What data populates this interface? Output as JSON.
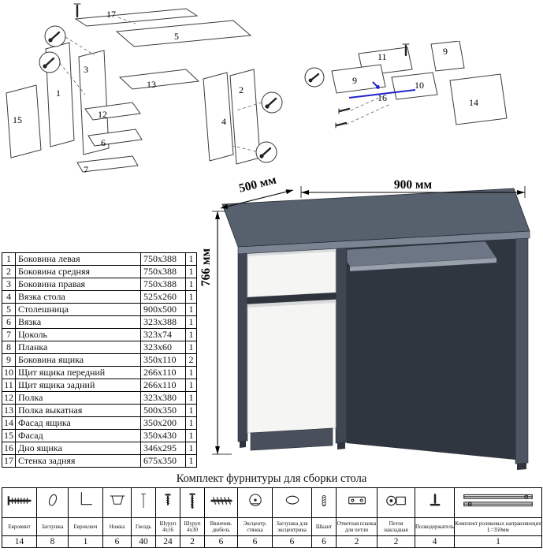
{
  "diagram_main": {
    "labels": {
      "p17": "17",
      "p5": "5",
      "p3": "3",
      "p13": "13",
      "p12": "12",
      "p6": "6",
      "p7": "7",
      "p15": "15",
      "p1": "1",
      "p4": "4",
      "p2": "2"
    }
  },
  "diagram_drawer": {
    "labels": {
      "p11": "11",
      "p9a": "9",
      "p9b": "9",
      "p10": "10",
      "p16": "16",
      "p14": "14"
    }
  },
  "desk": {
    "dim_width": "900 мм",
    "dim_depth": "500 мм",
    "dim_height": "766 мм",
    "colors": {
      "top": "#57606d",
      "front_edge": "#7b8492",
      "dark": "#3f4652",
      "interior": "#30363f",
      "white_front": "#f5f5f3",
      "accent_blue": "#2222cc"
    }
  },
  "parts_table": {
    "rows": [
      {
        "n": "1",
        "name": "Боковина левая",
        "size": "750x388",
        "qty": "1"
      },
      {
        "n": "2",
        "name": "Боковина средняя",
        "size": "750x388",
        "qty": "1"
      },
      {
        "n": "3",
        "name": "Боковина правая",
        "size": "750x388",
        "qty": "1"
      },
      {
        "n": "4",
        "name": "Вязка стола",
        "size": "525x260",
        "qty": "1"
      },
      {
        "n": "5",
        "name": "Столешница",
        "size": "900x500",
        "qty": "1"
      },
      {
        "n": "6",
        "name": "Вязка",
        "size": "323x388",
        "qty": "1"
      },
      {
        "n": "7",
        "name": "Цоколь",
        "size": "323x74",
        "qty": "1"
      },
      {
        "n": "8",
        "name": "Планка",
        "size": "323x60",
        "qty": "1"
      },
      {
        "n": "9",
        "name": "Боковина ящика",
        "size": "350x110",
        "qty": "2"
      },
      {
        "n": "10",
        "name": "Щит ящика передний",
        "size": "266x110",
        "qty": "1"
      },
      {
        "n": "11",
        "name": "Щит ящика задний",
        "size": "266x110",
        "qty": "1"
      },
      {
        "n": "12",
        "name": "Полка",
        "size": "323x380",
        "qty": "1"
      },
      {
        "n": "13",
        "name": "Полка выкатная",
        "size": "500x350",
        "qty": "1"
      },
      {
        "n": "14",
        "name": "Фасад ящика",
        "size": "350x200",
        "qty": "1"
      },
      {
        "n": "15",
        "name": "Фасад",
        "size": "350x430",
        "qty": "1"
      },
      {
        "n": "16",
        "name": "Дно ящика",
        "size": "346x295",
        "qty": "1"
      },
      {
        "n": "17",
        "name": "Стенка задняя",
        "size": "675x350",
        "qty": "1"
      }
    ]
  },
  "hardware": {
    "title": "Комплект фурнитуры для сборки стола",
    "items": [
      {
        "name": "Евровинт",
        "qty": "14",
        "icon": "confirmat-screw-icon"
      },
      {
        "name": "Заглушка",
        "qty": "8",
        "icon": "plug-icon"
      },
      {
        "name": "Евроключ",
        "qty": "1",
        "icon": "hex-key-icon"
      },
      {
        "name": "Ножка",
        "qty": "6",
        "icon": "leg-icon"
      },
      {
        "name": "Гвоздь",
        "qty": "40",
        "icon": "nail-icon"
      },
      {
        "name": "Шуруп 4x16",
        "qty": "24",
        "icon": "screw-short-icon"
      },
      {
        "name": "Шуруп 4x30",
        "qty": "2",
        "icon": "screw-long-icon"
      },
      {
        "name": "Ввинчив. дюбель",
        "qty": "6",
        "icon": "dowel-screw-icon"
      },
      {
        "name": "Эксцентр. стяжка",
        "qty": "6",
        "icon": "cam-lock-icon"
      },
      {
        "name": "Заглушка для эксцентрика",
        "qty": "6",
        "icon": "cam-cover-icon"
      },
      {
        "name": "Шкант",
        "qty": "6",
        "icon": "wood-dowel-icon"
      },
      {
        "name": "Ответная планка для петли",
        "qty": "2",
        "icon": "hinge-plate-icon"
      },
      {
        "name": "Петля накладная",
        "qty": "2",
        "icon": "hinge-icon"
      },
      {
        "name": "Полкодержатель",
        "qty": "4",
        "icon": "shelf-support-icon"
      },
      {
        "name": "Комплект роликовых направляющих L=350мм",
        "qty": "1",
        "icon": "drawer-slides-icon"
      }
    ]
  }
}
